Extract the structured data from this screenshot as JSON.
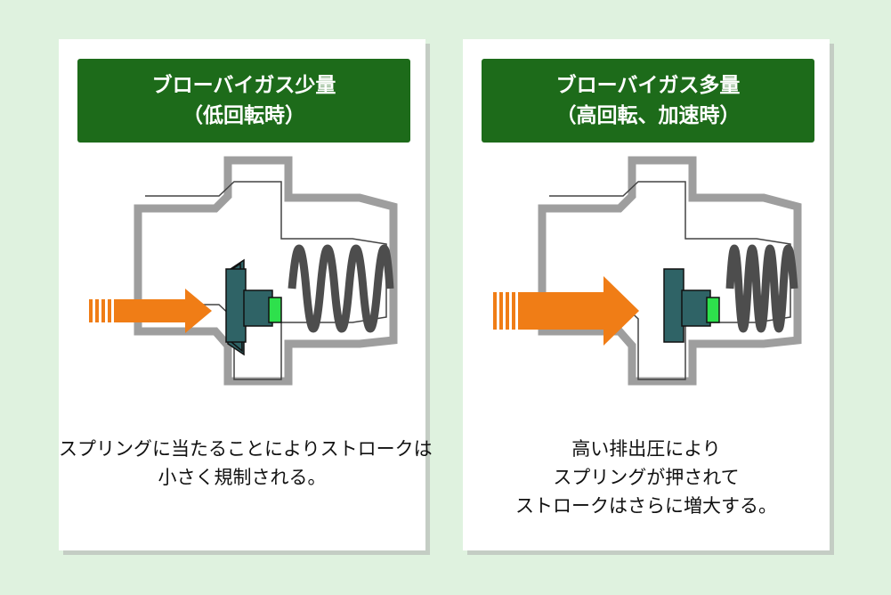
{
  "panels": [
    {
      "title_line1": "ブローバイガス少量",
      "title_line2": "（低回転時）",
      "caption": [
        "スプリングに当たることによりストロークは",
        "小さく規制される。"
      ]
    },
    {
      "title_line1": "ブローバイガス多量",
      "title_line2": "（高回転、加速時）",
      "caption": [
        "高い排出圧により",
        "スプリングが押されて",
        "ストロークはさらに増大する。"
      ]
    }
  ],
  "colors": {
    "header": "#1d6b1a",
    "arrow": "#f07d16",
    "valve": "#2f6366",
    "seat": "#2ee04c",
    "spring": "#4d4d4d",
    "housing": "#9e9e9e"
  }
}
